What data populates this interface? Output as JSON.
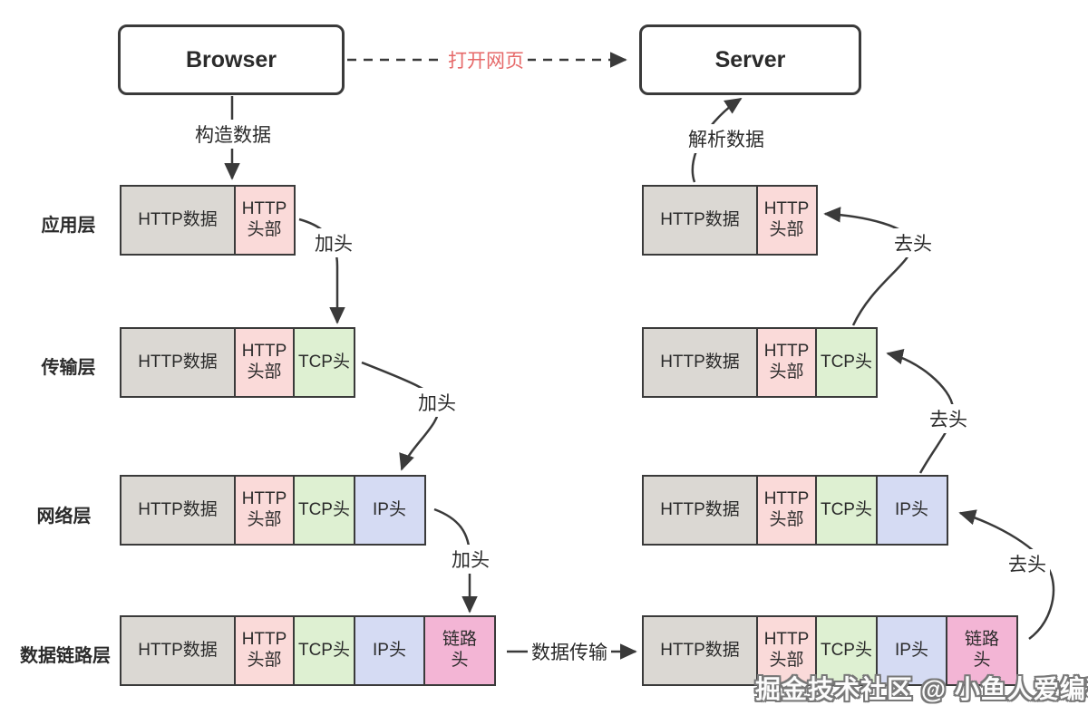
{
  "nodes": {
    "browser": "Browser",
    "server": "Server"
  },
  "labels": {
    "open_page": "打开网页",
    "build_data": "构造数据",
    "parse_data": "解析数据",
    "add_header": "加头",
    "remove_header": "去头",
    "data_transfer": "数据传输",
    "watermark": "掘金技术社区 @ 小鱼人爱编程"
  },
  "layers": [
    "应用层",
    "传输层",
    "网络层",
    "数据链路层"
  ],
  "segments": {
    "data": {
      "label": "HTTP数据",
      "color": "#dbd8d3",
      "width": 128
    },
    "http": {
      "label": "HTTP头部",
      "color": "#fadad9",
      "width": 68
    },
    "tcp": {
      "label": "TCP头",
      "color": "#def0d2",
      "width": 69
    },
    "ip": {
      "label": "IP头",
      "color": "#d5dbf3",
      "width": 80
    },
    "link": {
      "label": "链路头",
      "color": "#f3b5d5",
      "width": 80
    }
  },
  "left_rows": [
    [
      "data",
      "http"
    ],
    [
      "data",
      "http",
      "tcp"
    ],
    [
      "data",
      "http",
      "tcp",
      "ip"
    ],
    [
      "data",
      "http",
      "tcp",
      "ip",
      "link"
    ]
  ],
  "right_rows": [
    [
      "data",
      "http"
    ],
    [
      "data",
      "http",
      "tcp"
    ],
    [
      "data",
      "http",
      "tcp",
      "ip"
    ],
    [
      "data",
      "http",
      "tcp",
      "ip",
      "link"
    ]
  ],
  "colors": {
    "border": "#3a3a3a",
    "text": "#2b2b2b",
    "accent_red": "#e66969",
    "background": "#ffffff"
  }
}
